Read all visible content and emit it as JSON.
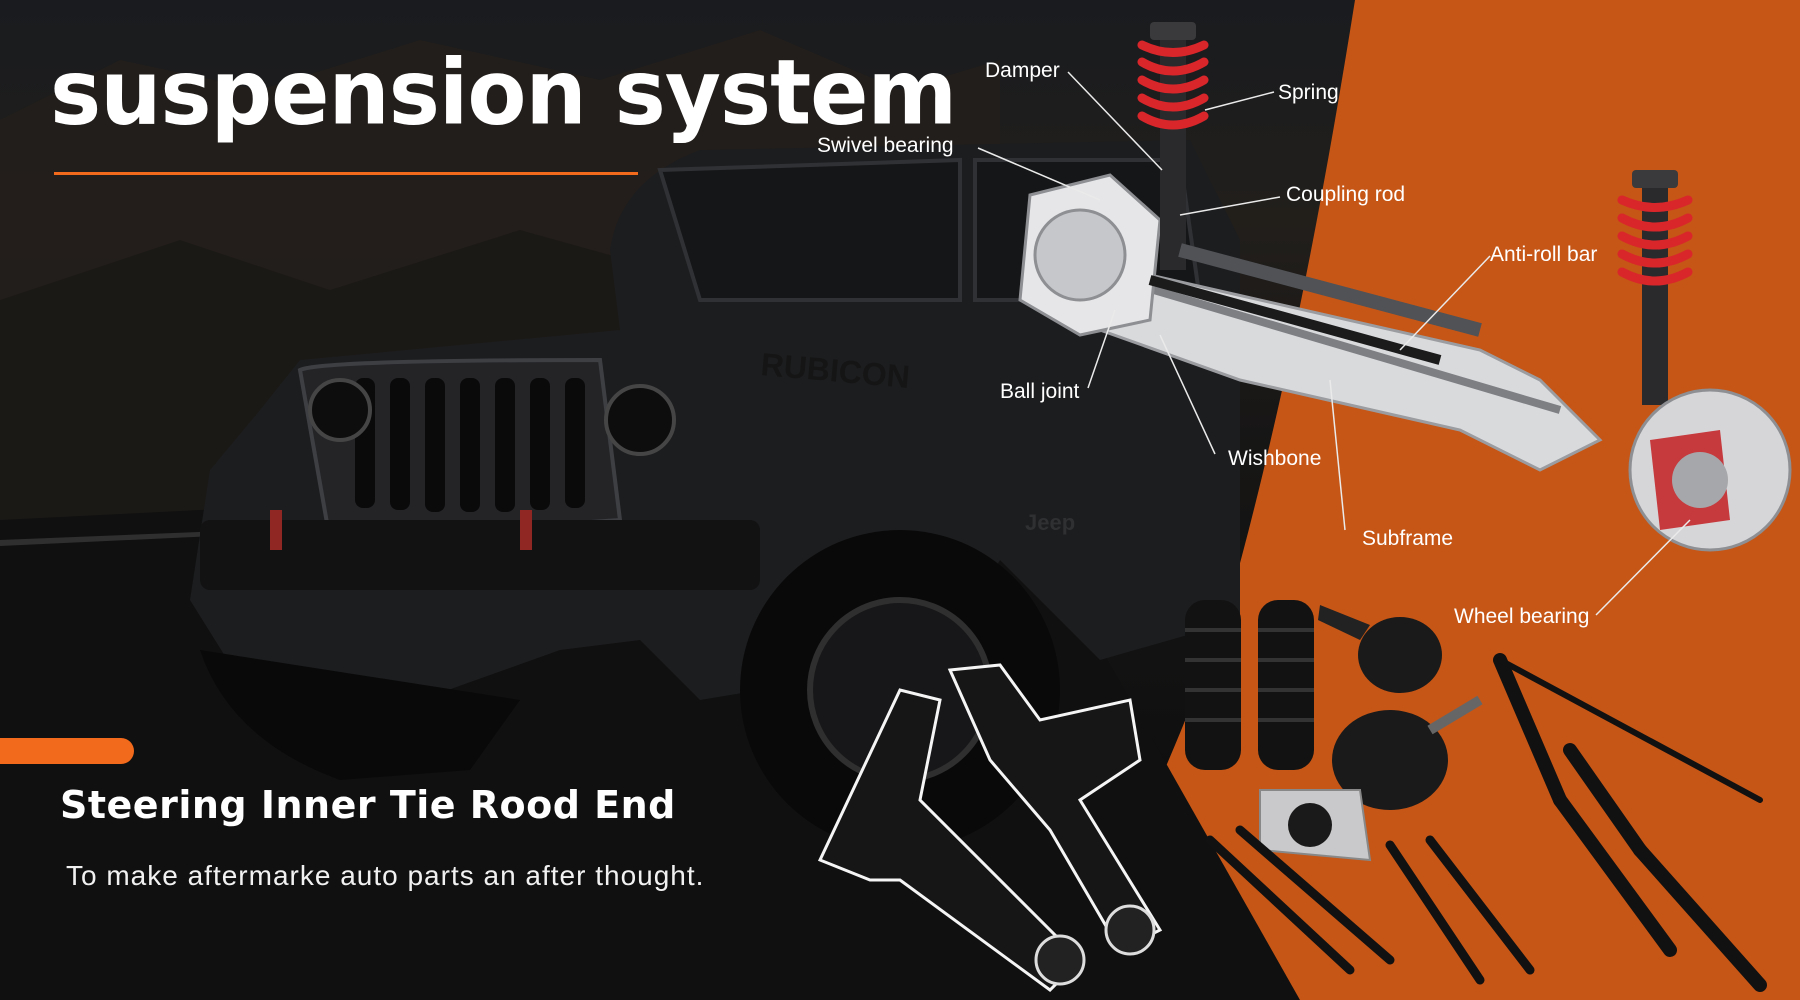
{
  "header": {
    "title": "suspension system"
  },
  "vehicle": {
    "grille_text": "RUBICON",
    "fender_badge": "Jeep"
  },
  "diagram": {
    "labels": {
      "damper": "Damper",
      "spring": "Spring",
      "swivel_bearing": "Swivel bearing",
      "coupling_rod": "Coupling rod",
      "anti_roll_bar": "Anti-roll bar",
      "ball_joint": "Ball joint",
      "wishbone": "Wishbone",
      "subframe": "Subframe",
      "wheel_bearing": "Wheel bearing"
    }
  },
  "product": {
    "heading": "Steering Inner Tie Rood End",
    "tagline": "To make aftermarke auto parts an after thought."
  },
  "colors": {
    "accent": "#f26a1b",
    "background": "#1a1a1a",
    "text": "#ffffff",
    "spring_red": "#d8262b"
  }
}
